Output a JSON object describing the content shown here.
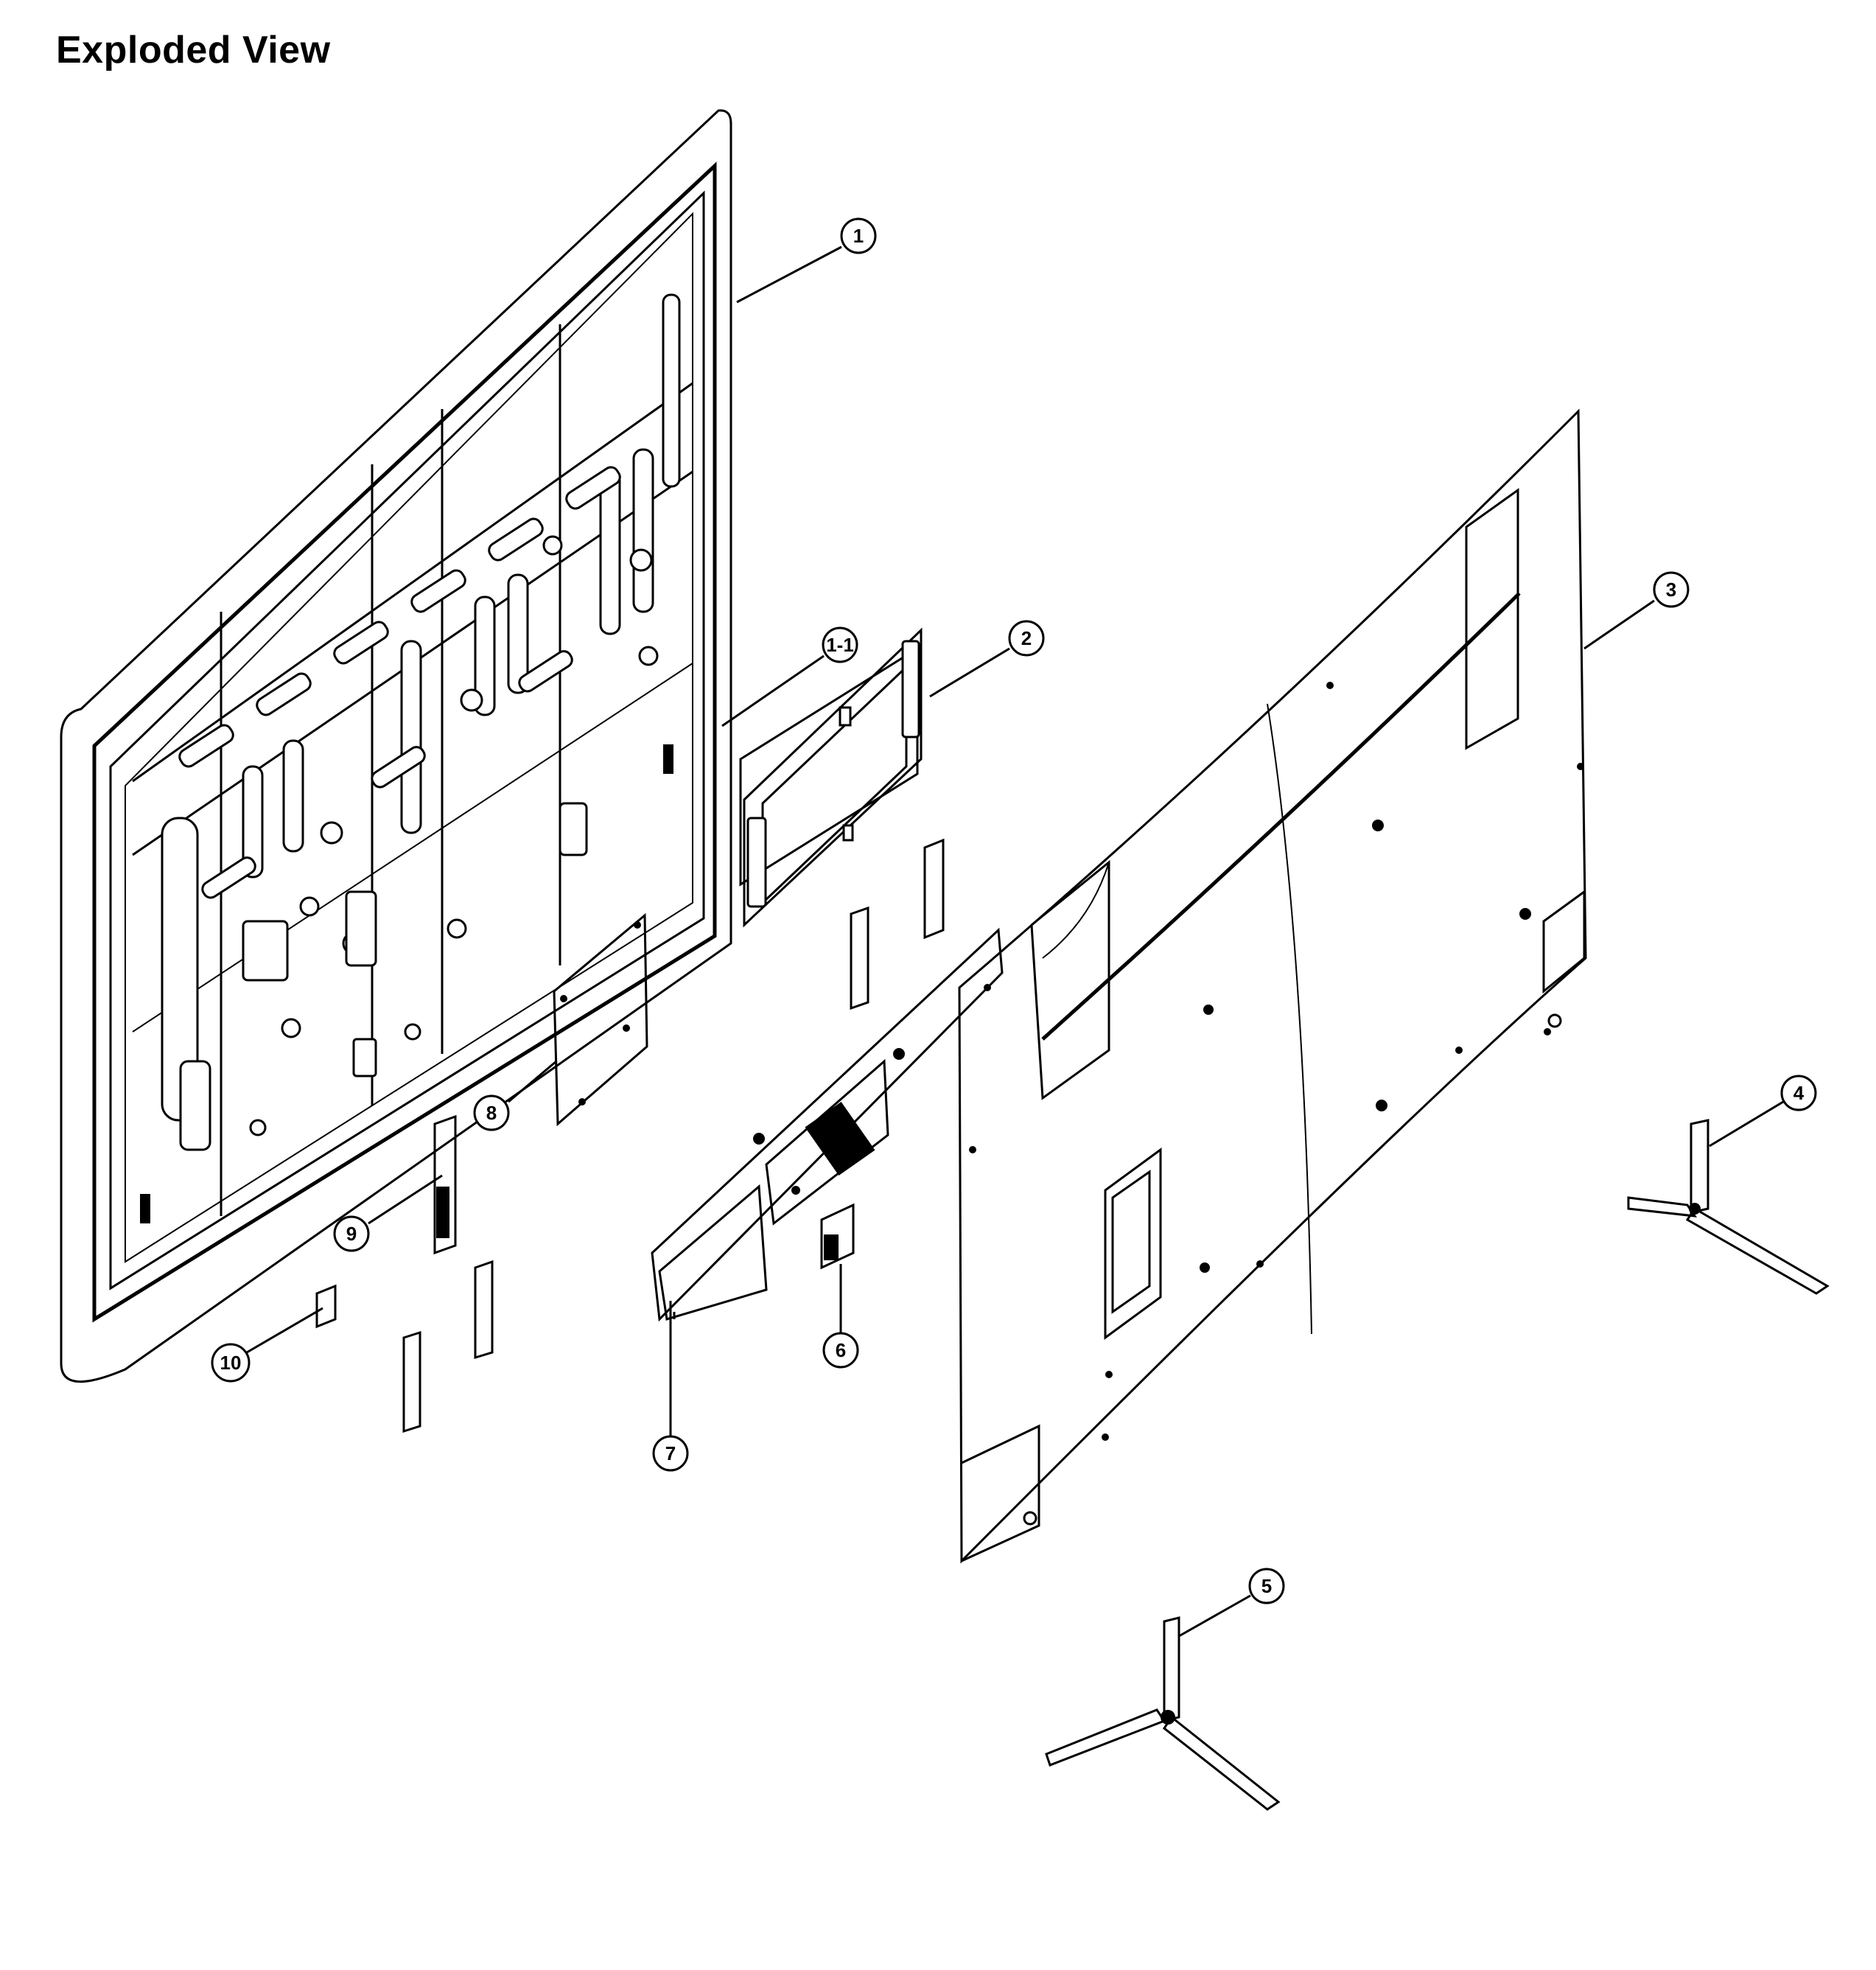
{
  "title": "Exploded View",
  "callouts": [
    {
      "id": "1",
      "label": "1"
    },
    {
      "id": "1-1",
      "label": "1-1"
    },
    {
      "id": "2",
      "label": "2"
    },
    {
      "id": "3",
      "label": "3"
    },
    {
      "id": "4",
      "label": "4"
    },
    {
      "id": "5",
      "label": "5"
    },
    {
      "id": "6",
      "label": "6"
    },
    {
      "id": "7",
      "label": "7"
    },
    {
      "id": "8",
      "label": "8"
    },
    {
      "id": "9",
      "label": "9"
    },
    {
      "id": "10",
      "label": "10"
    }
  ]
}
